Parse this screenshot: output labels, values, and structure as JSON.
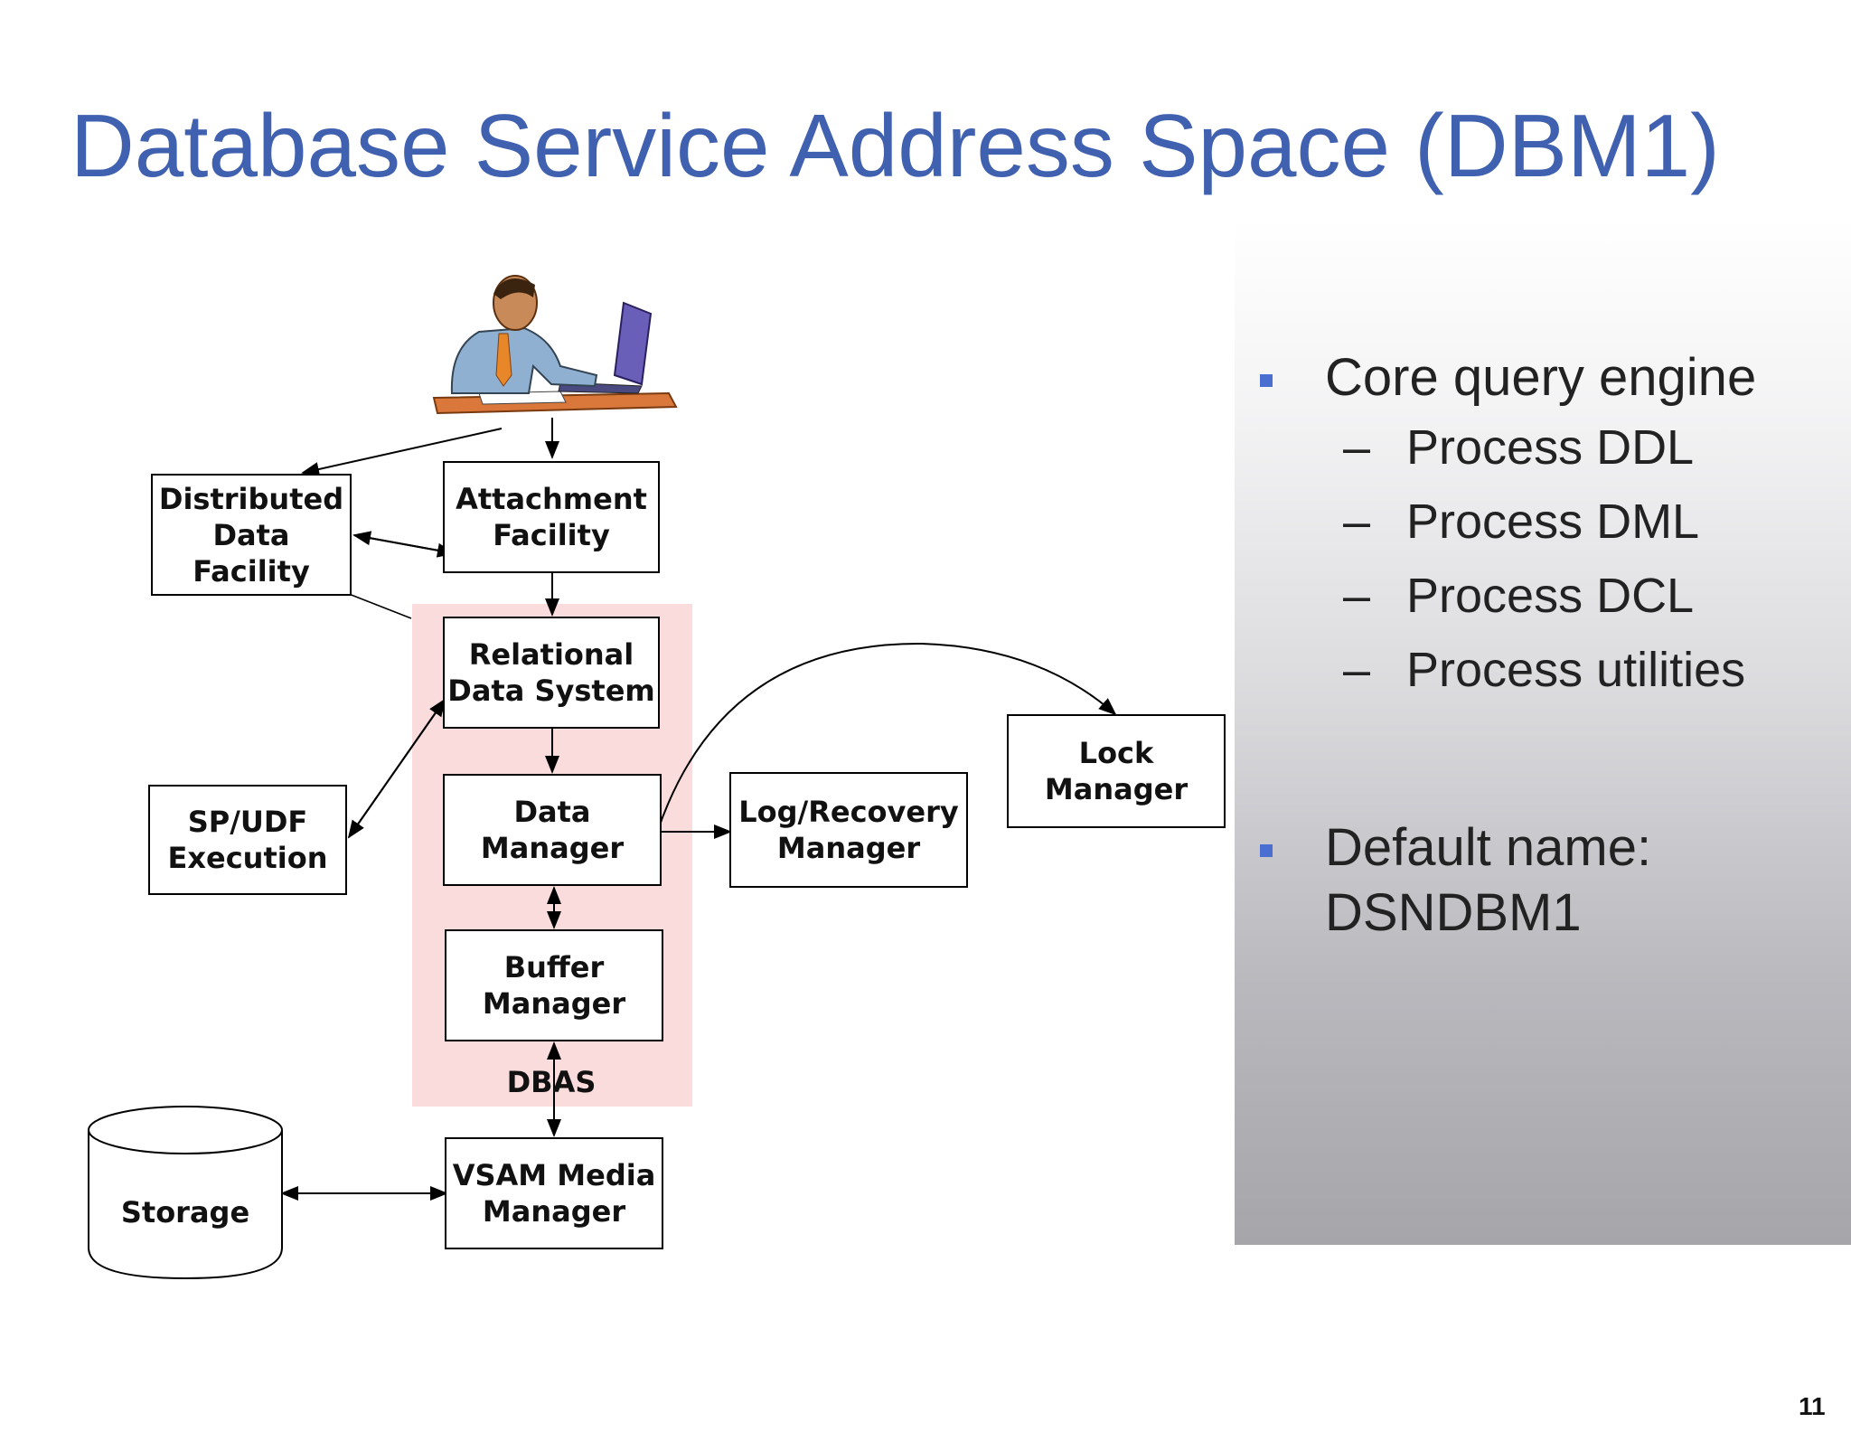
{
  "slide": {
    "title": "Database Service Address Space (DBM1)",
    "page_number": "11"
  },
  "diagram": {
    "boxes": {
      "ddf": "Distributed\nData\nFacility",
      "attach": "Attachment\nFacility",
      "rds": "Relational\nData System",
      "dm": "Data\nManager",
      "bm": "Buffer\nManager",
      "vsam": "VSAM Media\nManager",
      "spudf": "SP/UDF\nExecution",
      "log": "Log/Recovery\nManager",
      "lock": "Lock\nManager"
    },
    "dbas_label": "DBAS",
    "storage_label": "Storage"
  },
  "bullets": [
    {
      "text": "Core query engine",
      "subitems": [
        "Process DDL",
        "Process DML",
        "Process DCL",
        "Process utilities"
      ]
    },
    {
      "text_line1": "Default name:",
      "text_line2": "DSNDBM1"
    }
  ],
  "colors": {
    "title": "#4060b0",
    "bullet": "#4a6fd0",
    "dbas_highlight": "#fbdcdc"
  }
}
